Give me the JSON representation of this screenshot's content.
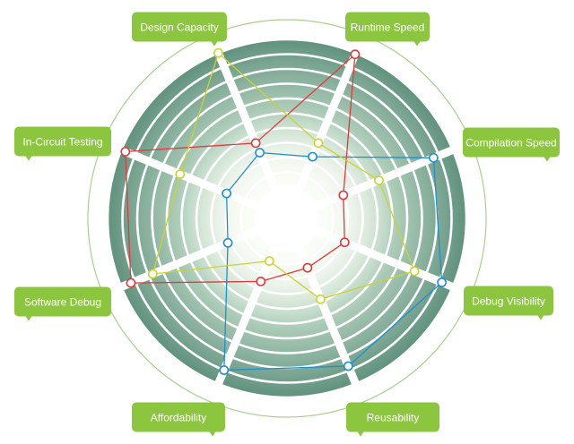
{
  "chart_data": {
    "type": "radar",
    "title": "",
    "axes": [
      {
        "key": "runtime_speed",
        "label": "Runtime Speed"
      },
      {
        "key": "compilation_speed",
        "label": "Compilation Speed"
      },
      {
        "key": "debug_visibility",
        "label": "Debug Visibility"
      },
      {
        "key": "reusability",
        "label": "Reusability"
      },
      {
        "key": "affordability",
        "label": "Affordability"
      },
      {
        "key": "software_debug",
        "label": "Software Debug"
      },
      {
        "key": "in_circuit_testing",
        "label": "In-Circuit Testing"
      },
      {
        "key": "design_capacity",
        "label": "Design Capacity"
      }
    ],
    "range": [
      0,
      10
    ],
    "rings": 10,
    "grid": true,
    "legend": "none",
    "series": [
      {
        "color": "#e03a3e",
        "values": [
          9.9,
          2.0,
          2.1,
          1.5,
          2.5,
          9.3,
          9.7,
          3.4
        ]
      },
      {
        "color": "#1f8fcf",
        "values": [
          2.4,
          8.6,
          9.2,
          8.7,
          9.0,
          2.2,
          2.3,
          2.7
        ]
      },
      {
        "color": "#c9d42e",
        "values": [
          3.4,
          4.6,
          7.2,
          3.8,
          1.0,
          7.7,
          5.7,
          10.0
        ]
      }
    ]
  },
  "colors": {
    "label_bg": "#8cc63f",
    "label_text": "#ffffff",
    "outer_ring": "#a8d08d",
    "band_outer": "#5f917d",
    "band_inner": "#f4f9ee"
  }
}
